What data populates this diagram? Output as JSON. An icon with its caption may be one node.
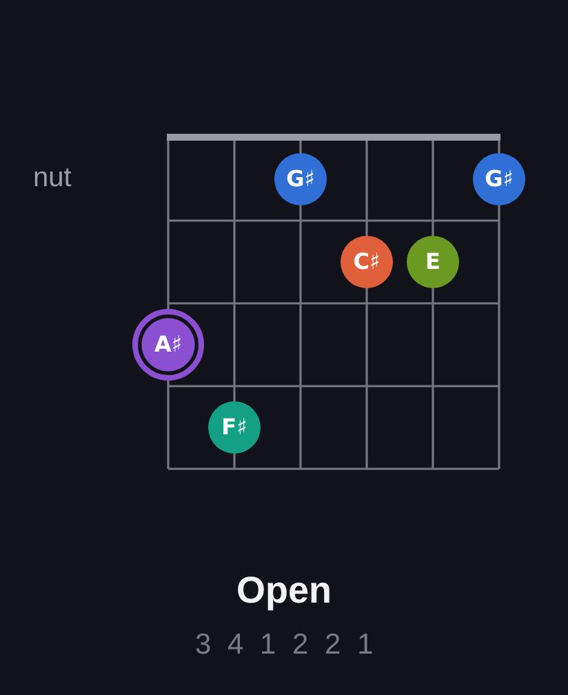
{
  "diagram": {
    "title": "Open",
    "nodes": [
      {
        "text": [
          "G♯"
        ]
      },
      {
        "text": [
          "G♯"
        ]
      },
      {
        "text": [
          "C♯"
        ]
      },
      {
        "text": [
          "E"
        ]
      },
      {
        "text": [
          "A♯"
        ]
      },
      {
        "text": [
          "F♯"
        ]
      }
    ],
    "labels": [
      "nut",
      "3 4 1 2 2 1"
    ]
  }
}
